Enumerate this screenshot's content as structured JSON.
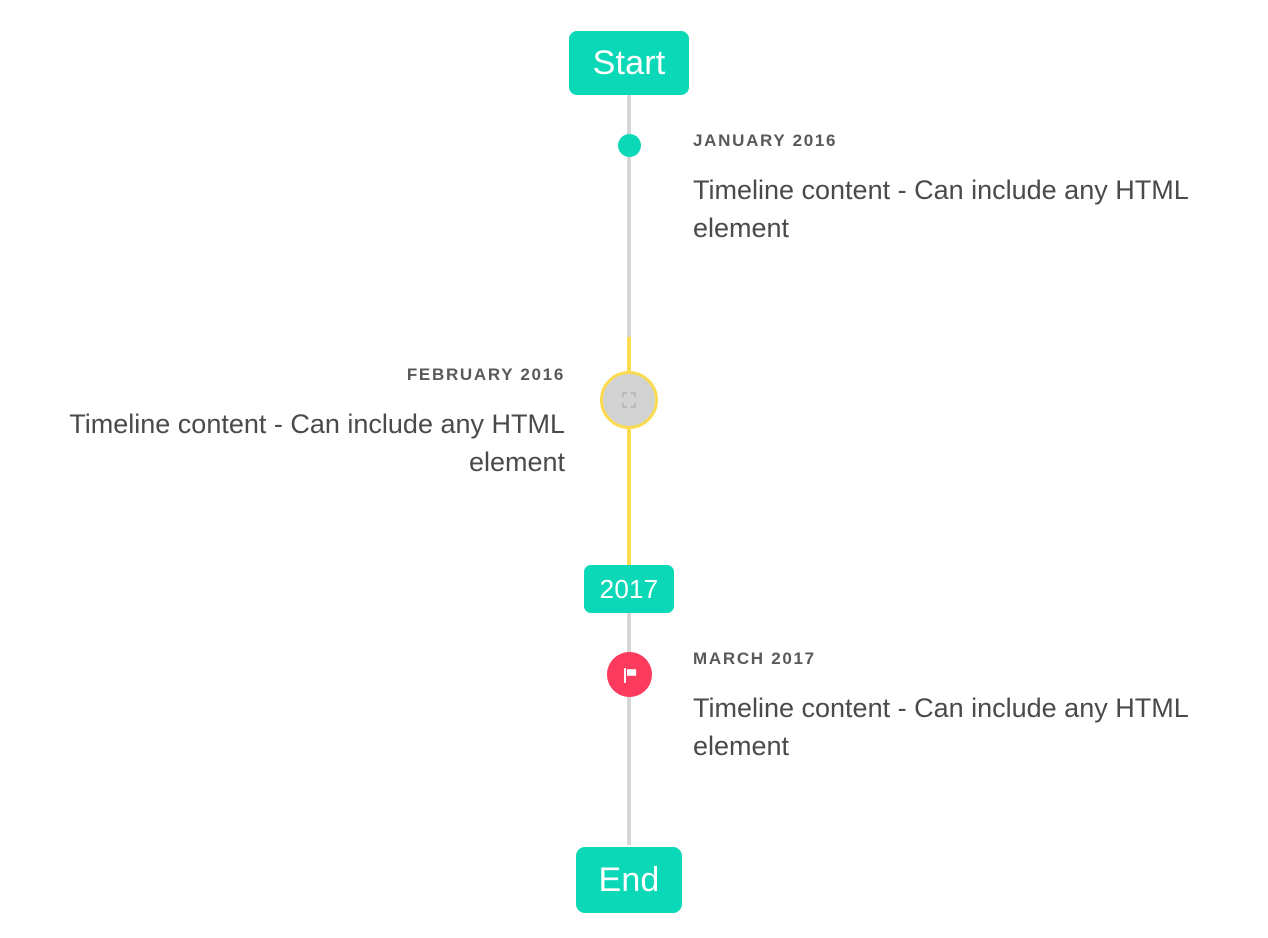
{
  "timeline": {
    "start_label": "Start",
    "end_label": "End",
    "year_marker_label": "2017",
    "colors": {
      "accent_teal": "#0BD8B6",
      "line_gray": "#D6D6D6",
      "line_yellow": "#FBDB4F",
      "flag_pink": "#FB3A5D",
      "marker_gray": "#D2D2D2",
      "date_text": "#595959",
      "body_text": "#4A4A4A",
      "background": "#FFFFFF"
    },
    "entries": [
      {
        "date": "January 2016",
        "body": "Timeline content - Can include any HTML element",
        "side": "right",
        "marker": "dot"
      },
      {
        "date": "February 2016",
        "body": "Timeline content - Can include any HTML element",
        "side": "left",
        "marker": "ring"
      },
      {
        "date": "March 2017",
        "body": "Timeline content - Can include any HTML element",
        "side": "right",
        "marker": "flag"
      }
    ]
  }
}
